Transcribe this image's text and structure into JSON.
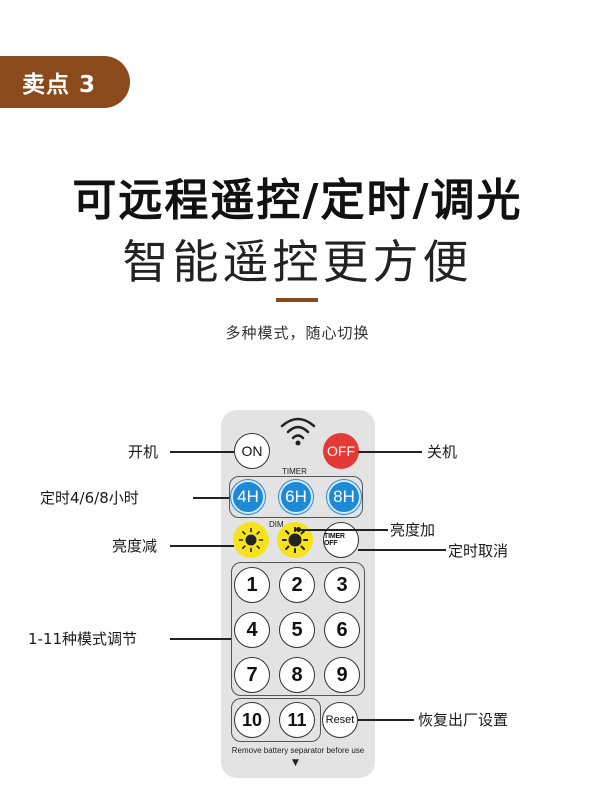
{
  "badge": "卖点 3",
  "headline": "可远程遥控/定时/调光",
  "subheadline": "智能遥控更方便",
  "tagline": "多种模式，随心切换",
  "colors": {
    "accent": "#8a4a1c",
    "timer_blue": "#1e8ad6",
    "off_red": "#e53935",
    "dim_yellow": "#f7e21c"
  },
  "remote": {
    "on": "ON",
    "off": "OFF",
    "timer_title": "TIMER",
    "timers": [
      "4H",
      "6H",
      "8H"
    ],
    "dim_title": "DIM",
    "timer_off": "TIMER OFF",
    "numbers": [
      "1",
      "2",
      "3",
      "4",
      "5",
      "6",
      "7",
      "8",
      "9",
      "10",
      "11"
    ],
    "reset": "Reset",
    "footer": "Remove battery separator before use",
    "footer_arrow": "▼"
  },
  "callouts": {
    "power_on": "开机",
    "power_off": "关机",
    "timers": "定时4/6/8小时",
    "dim_down": "亮度减",
    "dim_up": "亮度加",
    "timer_cancel": "定时取消",
    "modes": "1-11种模式调节",
    "factory_reset": "恢复出厂设置"
  }
}
